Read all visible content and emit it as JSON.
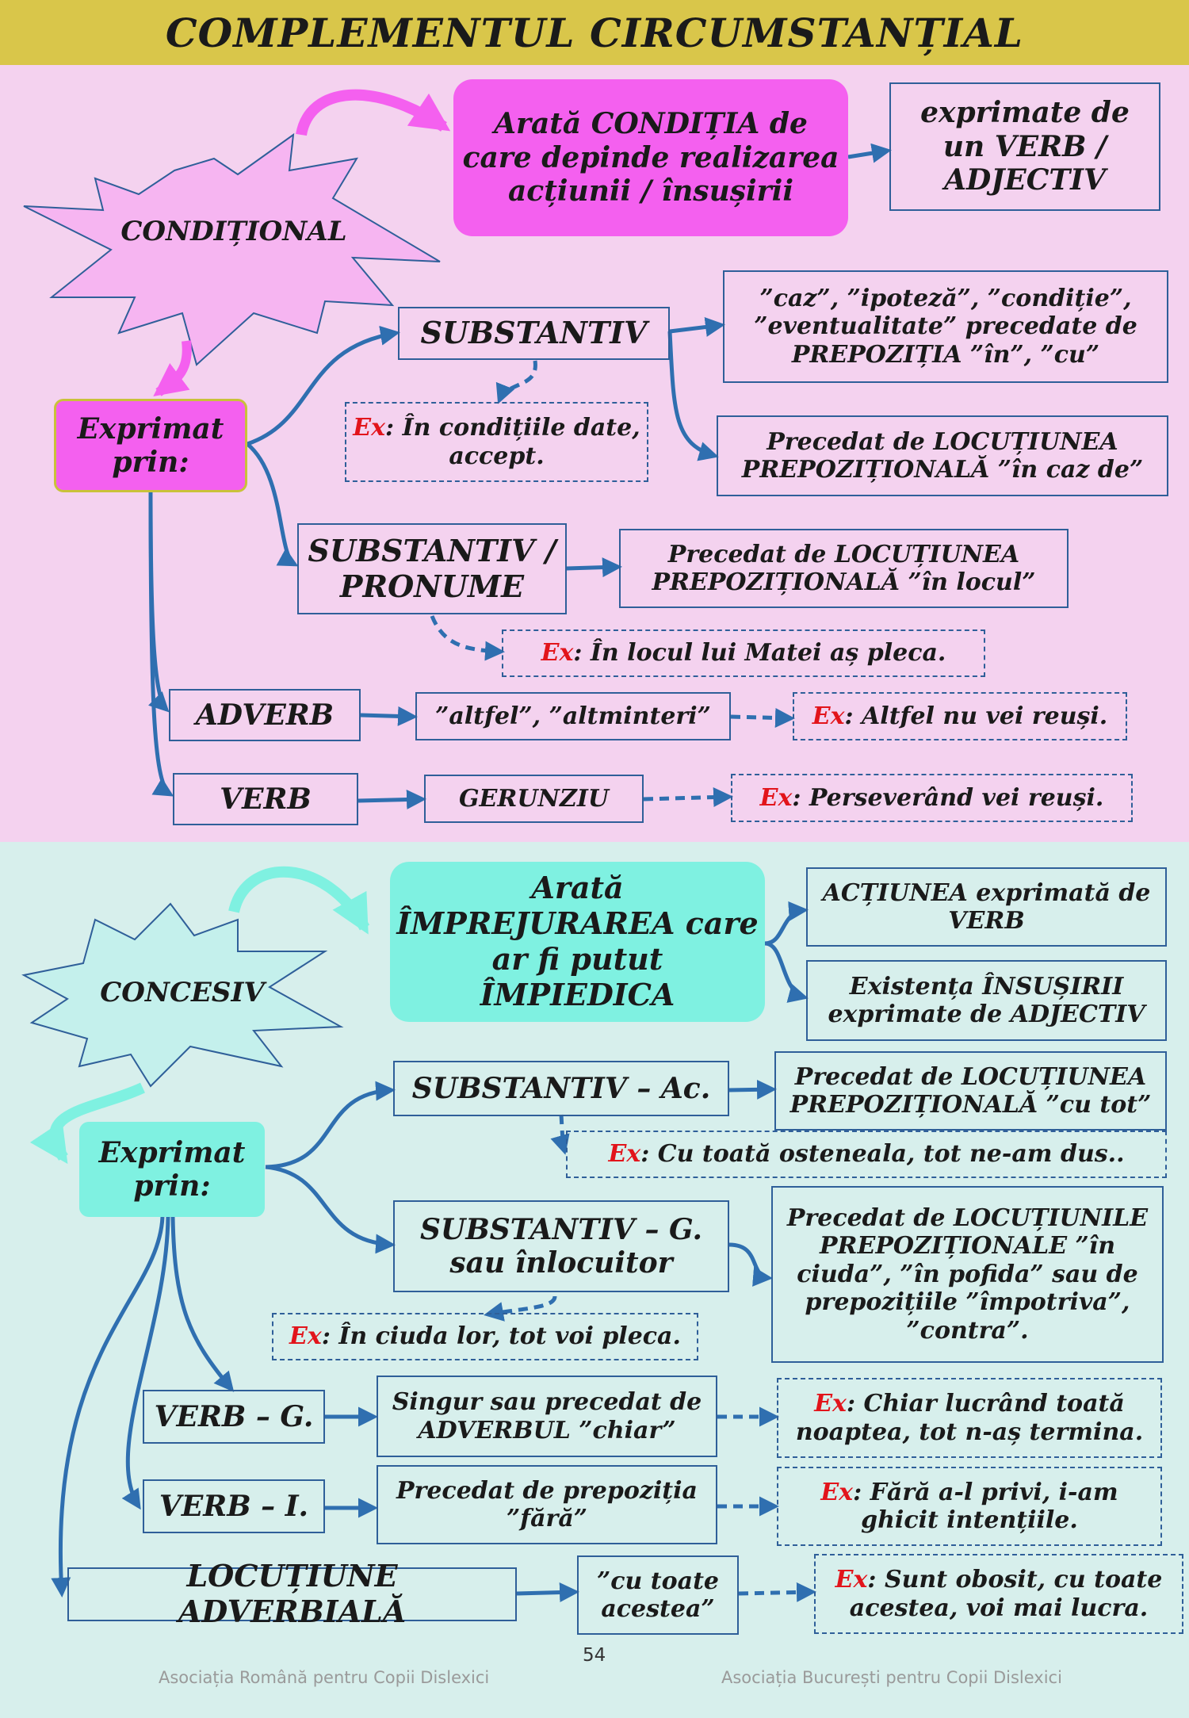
{
  "title": "COMPLEMENTUL CIRCUMSTANȚIAL",
  "conditional": {
    "name": "CONDIȚIONAL",
    "definition": "Arată CONDIȚIA de care depinde realizarea acțiunii / însușirii",
    "expressed_by_verb": "exprimate de un VERB / ADJECTIV",
    "exprimat_prin": "Exprimat prin:",
    "substantiv": "SUBSTANTIV",
    "substantiv_words": "”caz”, ”ipoteză”, ”condiție”, ”eventualitate” precedate de PREPOZIȚIA ”în”, ”cu”",
    "substantiv_locutiune": "Precedat de LOCUȚIUNEA PREPOZIȚIONALĂ ”în caz de”",
    "ex_prefix": "Ex",
    "ex1": ": În condițiile date, accept.",
    "subst_pronume": "SUBSTANTIV / PRONUME",
    "subst_pronume_locutiune": "Precedat de LOCUȚIUNEA PREPOZIȚIONALĂ ”în locul”",
    "ex2": ": În locul lui Matei aș pleca.",
    "adverb": "ADVERB",
    "adverb_words": "”altfel”, ”altminteri”",
    "ex3": ": Altfel nu vei reuși.",
    "verb": "VERB",
    "gerunziu": "GERUNZIU",
    "ex4": ": Perseverând vei reuși."
  },
  "concesiv": {
    "name": "CONCESIV",
    "definition": "Arată ÎMPREJURAREA care ar fi putut ÎMPIEDICA",
    "actiunea": "ACȚIUNEA exprimată de VERB",
    "existenta": "Existența ÎNSUȘIRII exprimate de ADJECTIV",
    "exprimat_prin": "Exprimat prin:",
    "subst_ac": "SUBSTANTIV – Ac.",
    "subst_ac_locutiune": "Precedat de LOCUȚIUNEA PREPOZIȚIONALĂ ”cu tot”",
    "ex_prefix": "Ex",
    "ex1": ": Cu toată osteneala, tot ne-am dus..",
    "subst_g": "SUBSTANTIV – G. sau înlocuitor",
    "subst_g_locutiuni": "Precedat de LOCUȚIUNILE PREPOZIȚIONALE ”în ciuda”, ”în pofida” sau de prepozițiile ”împotriva”, ”contra”.",
    "ex2": ": În ciuda lor, tot voi pleca.",
    "verb_g": "VERB – G.",
    "verb_g_desc": "Singur sau precedat de ADVERBUL ”chiar”",
    "ex3": ": Chiar lucrând toată noaptea, tot n-aș termina.",
    "verb_i": "VERB – I.",
    "verb_i_desc": "Precedat de prepoziția ”fără”",
    "ex4": ": Fără a-l privi, i-am ghicit intențiile.",
    "locutiune_adv": "LOCUȚIUNE ADVERBIALĂ",
    "locutiune_adv_desc": "”cu toate acestea”",
    "ex5": ": Sunt obosit, cu toate acestea, voi mai lucra."
  },
  "page_number": "54",
  "footer_left": "Asociația Română pentru Copii Dislexici",
  "footer_right": "Asociația București pentru Copii Dislexici",
  "colors": {
    "title_bg": "#d9c64a",
    "section1_bg": "#f4d2ef",
    "section2_bg": "#d7efec",
    "magenta": "#f460ef",
    "aqua": "#7ff1e1",
    "line_blue": "#2f6fb0",
    "example_red": "#e2141b"
  }
}
